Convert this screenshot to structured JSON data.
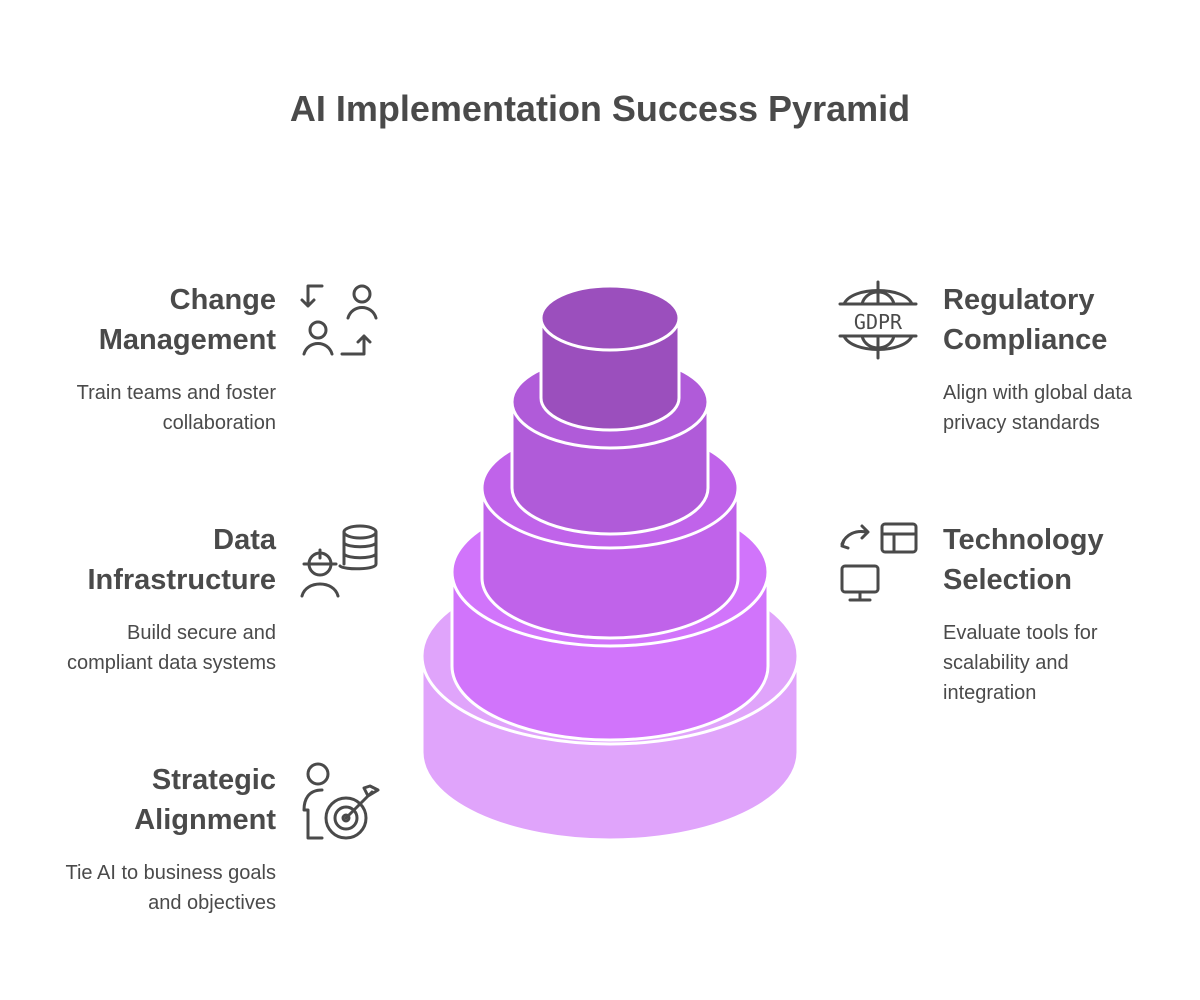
{
  "title": "AI Implementation Success Pyramid",
  "left": [
    {
      "heading_1": "Change",
      "heading_2": "Management",
      "desc_1": "Train teams and foster",
      "desc_2": "collaboration",
      "icon": "change-people-icon"
    },
    {
      "heading_1": "Data",
      "heading_2": "Infrastructure",
      "desc_1": "Build secure and",
      "desc_2": "compliant data systems",
      "icon": "engineer-database-icon"
    },
    {
      "heading_1": "Strategic",
      "heading_2": "Alignment",
      "desc_1": "Tie AI to business goals",
      "desc_2": "and objectives",
      "icon": "person-target-icon"
    }
  ],
  "right": [
    {
      "heading_1": "Regulatory",
      "heading_2": "Compliance",
      "desc_1": "Align with global data",
      "desc_2": "privacy standards",
      "icon": "gdpr-globe-icon",
      "icon_text": "GDPR"
    },
    {
      "heading_1": "Technology",
      "heading_2": "Selection",
      "desc_1": "Evaluate tools for",
      "desc_2": "scalability and",
      "desc_3": "integration",
      "icon": "tech-tools-icon"
    }
  ],
  "tiers": [
    {
      "name": "Regulatory Compliance",
      "color": "#9b4fbd"
    },
    {
      "name": "Change Management",
      "color": "#b05bd9"
    },
    {
      "name": "Technology Selection",
      "color": "#c063ea"
    },
    {
      "name": "Data Infrastructure",
      "color": "#d174fb"
    },
    {
      "name": "Strategic Alignment",
      "color": "#e0a4fb"
    }
  ]
}
